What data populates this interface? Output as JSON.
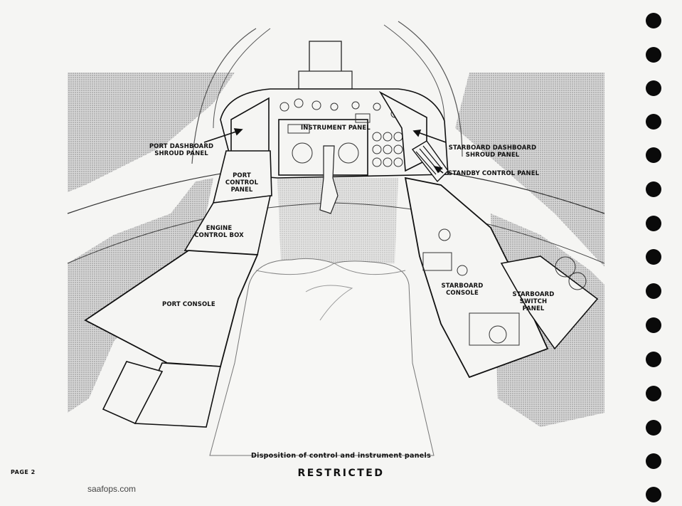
{
  "labels": {
    "instrument_panel": "INSTRUMENT PANEL",
    "port_dashboard_line1": "PORT DASHBOARD",
    "port_dashboard_line2": "SHROUD PANEL",
    "starboard_dashboard_line1": "STARBOARD DASHBOARD",
    "starboard_dashboard_line2": "SHROUD PANEL",
    "standby_control_panel": "STANDBY CONTROL PANEL",
    "port_control_line1": "PORT",
    "port_control_line2": "CONTROL PANEL",
    "engine_control_line1": "ENGINE",
    "engine_control_line2": "CONTROL BOX",
    "port_console": "PORT CONSOLE",
    "starboard_console_line1": "STARBOARD",
    "starboard_console_line2": "CONSOLE",
    "starboard_switch_line1": "STARBOARD",
    "starboard_switch_line2": "SWITCH",
    "starboard_switch_line3": "PANEL"
  },
  "caption": "Disposition of control and instrument panels",
  "classification": "RESTRICTED",
  "page_number": "PAGE 2",
  "watermark": "saafops.com",
  "colors": {
    "ink": "#111111",
    "paper": "#f5f5f3",
    "shade": "#b8b8b8"
  }
}
